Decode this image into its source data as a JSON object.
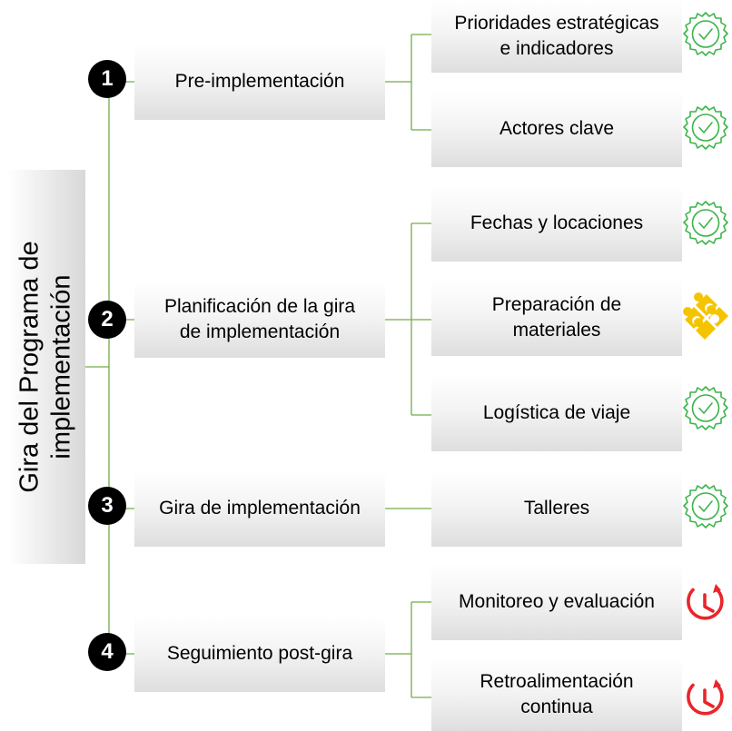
{
  "title": "Gira del Programa de\nimplementación",
  "phases": [
    {
      "number": "1",
      "label": "Pre-implementación"
    },
    {
      "number": "2",
      "label": "Planificación de la gira\nde implementación"
    },
    {
      "number": "3",
      "label": "Gira de implementación"
    },
    {
      "number": "4",
      "label": "Seguimiento post-gira"
    }
  ],
  "tasks": [
    {
      "label": "Prioridades estratégicas\ne indicadores",
      "status": "check-badge-icon"
    },
    {
      "label": "Actores clave",
      "status": "check-badge-icon"
    },
    {
      "label": "Fechas y locaciones",
      "status": "check-badge-icon"
    },
    {
      "label": "Preparación de\nmateriales",
      "status": "puzzle-icon"
    },
    {
      "label": "Logística de viaje",
      "status": "check-badge-icon"
    },
    {
      "label": "Talleres",
      "status": "check-badge-icon"
    },
    {
      "label": "Monitoreo y evaluación",
      "status": "clock-icon"
    },
    {
      "label": "Retroalimentación\ncontinua",
      "status": "clock-icon"
    }
  ],
  "colors": {
    "connector": "#70ad47",
    "done": "#3bb44a",
    "in_progress": "#f5c400",
    "pending": "#e8262b",
    "number_badge": "#000000"
  }
}
